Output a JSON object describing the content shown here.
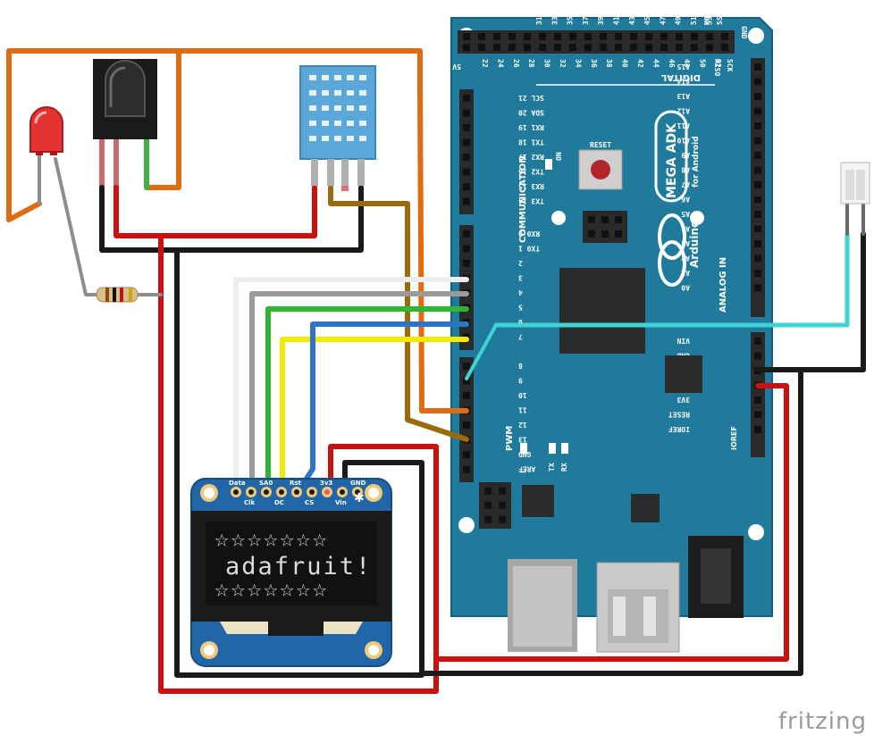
{
  "board": {
    "name": "MEGA ADK",
    "subtitle": "for Android",
    "brand": "Arduino",
    "reset_label": "RESET",
    "on_label": "ON",
    "digital_label": "DIGITAL",
    "communication_label": "COMMUNICATION",
    "analog_label": "ANALOG IN",
    "pwm_label": "PWM",
    "l_label": "L",
    "tx_label": "TX",
    "rx_label": "RX",
    "ioref_label": "IOREF",
    "top_header_5v": "5V",
    "top_header_gnd": "GND",
    "top_numbers": [
      "31",
      "33",
      "35",
      "37",
      "39",
      "41",
      "43",
      "45",
      "47",
      "49",
      "51",
      "53"
    ],
    "bottom_numbers": [
      "22",
      "24",
      "26",
      "28",
      "30",
      "32",
      "34",
      "36",
      "38",
      "40",
      "42",
      "44",
      "46",
      "48",
      "50",
      "52"
    ],
    "top_special": [
      "MOSI",
      "SS"
    ],
    "bottom_special": [
      "MISO",
      "SCK"
    ],
    "comm_pins": [
      "SCL 21",
      "SDA 20",
      "RX1 19",
      "TX1 18",
      "RX2 17",
      "TX2 16",
      "RX3 15",
      "TX3 14"
    ],
    "digital_pins_a": [
      "RX0 0",
      "TX0 1",
      "2",
      "3",
      "4",
      "5",
      "6",
      "7"
    ],
    "digital_pins_b": [
      "8",
      "9",
      "10",
      "11",
      "12",
      "13",
      "GND",
      "AREF"
    ],
    "analog_pins": [
      "A15",
      "A14",
      "A13",
      "A12",
      "A11",
      "A10",
      "A9",
      "A8",
      "A7",
      "A6",
      "A5",
      "A4",
      "A3",
      "A2",
      "A1",
      "A0"
    ],
    "power_pins": [
      "VIN",
      "GND",
      "GND",
      "5V",
      "3V3",
      "RESET",
      "IOREF"
    ]
  },
  "oled": {
    "pin_labels": [
      "Data",
      "Clk",
      "SA0",
      "DC",
      "Rst",
      "CS",
      "3v3",
      "Vin",
      "GND"
    ],
    "screen_text": "adafruit!",
    "stars_top": "☆☆☆☆☆☆☆",
    "stars_bottom": "☆☆☆☆☆☆☆"
  },
  "watermark": "fritzing",
  "colors": {
    "board": "#1f7a9c",
    "wire_orange": "#e06b10",
    "wire_red": "#cc1010",
    "wire_black": "#1a1a1a",
    "wire_green": "#2fb52f",
    "wire_brown": "#9a6b0c",
    "wire_white": "#ededed",
    "wire_grey": "#9b9b9b",
    "wire_blue": "#2e75c8",
    "wire_yellow": "#f2ea00",
    "wire_cyan": "#3fd3d3",
    "led_red": "#e23232",
    "dht_blue": "#5aa7d8"
  }
}
